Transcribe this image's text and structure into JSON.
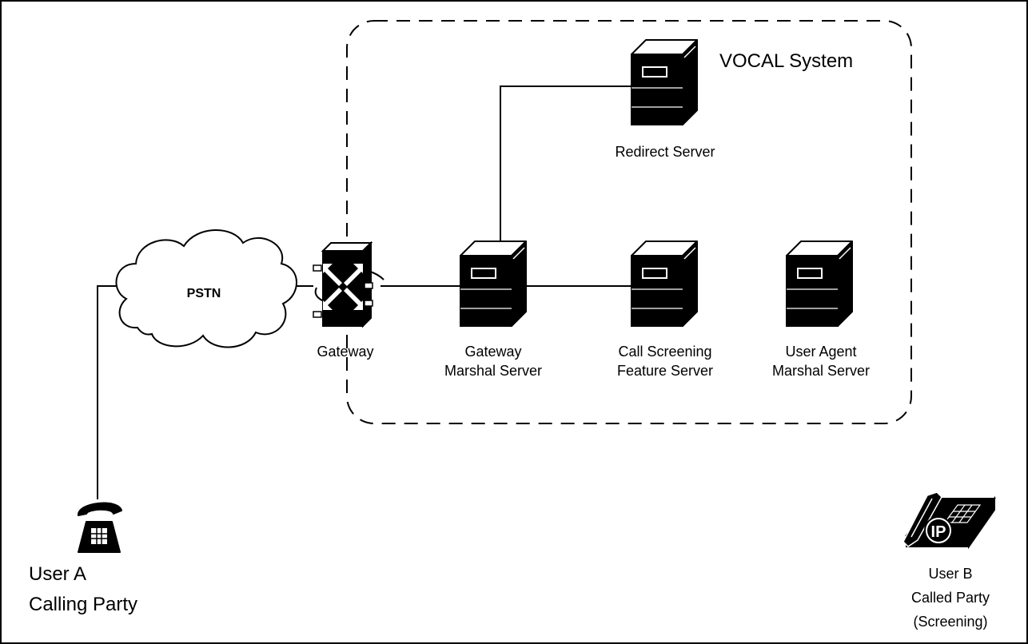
{
  "diagram": {
    "system_label": "VOCAL System",
    "pstn_label": "PSTN",
    "gateway_label": "Gateway",
    "redirect_server_label": "Redirect Server",
    "gateway_marshal": {
      "line1": "Gateway",
      "line2": "Marshal Server"
    },
    "call_screening": {
      "line1": "Call Screening",
      "line2": "Feature Server"
    },
    "user_agent_marshal": {
      "line1": "User Agent",
      "line2": "Marshal Server"
    },
    "user_a": {
      "line1": "User A",
      "line2": "Calling Party"
    },
    "user_b": {
      "line1": "User B",
      "line2": "Called Party",
      "line3": "(Screening)",
      "ip_badge": "IP"
    }
  },
  "icons": {
    "server": "server-tower-icon",
    "gateway": "gateway-router-icon",
    "cloud": "cloud-icon",
    "analog_phone": "telephone-icon",
    "ip_phone": "ip-phone-icon"
  },
  "colors": {
    "ink": "#000000",
    "background": "#ffffff"
  }
}
